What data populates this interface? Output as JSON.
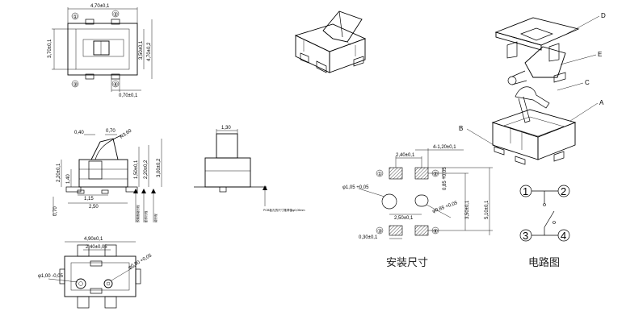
{
  "top_view": {
    "width": "4,70±0,1",
    "left_height": "3,70±0,1",
    "right_height_1": "3,50±0,1",
    "right_height_2": "4,70±0,2",
    "lead": "0,70±0,1",
    "pins": [
      "①",
      "②",
      "③",
      "④"
    ]
  },
  "side_view": {
    "d1": "0,40",
    "d2": "0,70",
    "d3": "R3,60",
    "d4": "1,15",
    "d5": "2,50",
    "left_1": "2,20±0,1",
    "left_2": "1,40",
    "right_1": "1,50±0,1",
    "right_2": "2,20±0,2",
    "right_3": "3,00±0,2",
    "bottom": "0,70",
    "note_1": "預緊壓縮行程",
    "note_2": "動作行程",
    "note_3": "總行程"
  },
  "front_view": {
    "top": "1,30",
    "note": "PCB板孔的尺寸推荐值φ0,05mm"
  },
  "bottom_view": {
    "width": "4,90±0,1",
    "pitch": "2,40±0,05",
    "hole_left": "φ1,00 -0,05",
    "hole_right": "φ0,80 +0,05"
  },
  "mounting": {
    "caption": "安装尺寸",
    "w1": "2,40±0,1",
    "w2": "4-1,20±0,1",
    "hole": "φ1,05 +0,05",
    "slot": "φ0,85 +0,05",
    "mid": "2,50±0,1",
    "pad_bottom": "0,30±0,1",
    "h_small": "0,85 +0,05",
    "h_mid": "3,50±0,1",
    "h_total": "5,10±0,1",
    "pins": [
      "①",
      "②",
      "③",
      "④"
    ]
  },
  "exploded": {
    "labels": [
      "A",
      "B",
      "C",
      "D",
      "E"
    ]
  },
  "circuit": {
    "caption": "电路图",
    "nodes": [
      "1",
      "2",
      "3",
      "4"
    ]
  }
}
